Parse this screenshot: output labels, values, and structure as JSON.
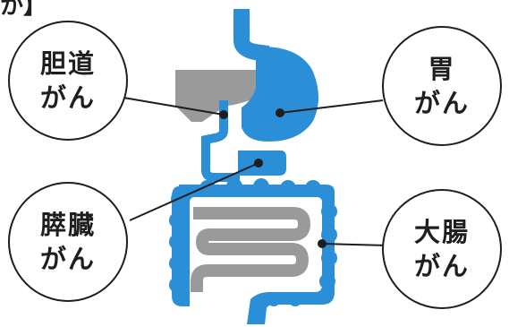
{
  "top_fragment": "か】",
  "labels": {
    "bile_duct": [
      "胆道",
      "がん"
    ],
    "stomach": [
      "胃",
      "がん"
    ],
    "pancreas": [
      "膵臓",
      "がん"
    ],
    "colon": [
      "大腸",
      "がん"
    ]
  },
  "colors": {
    "organ_blue": "#2b8fd8",
    "organ_gray": "#9a9a9a",
    "outline": "#1e1e1e",
    "background": "#ffffff"
  }
}
